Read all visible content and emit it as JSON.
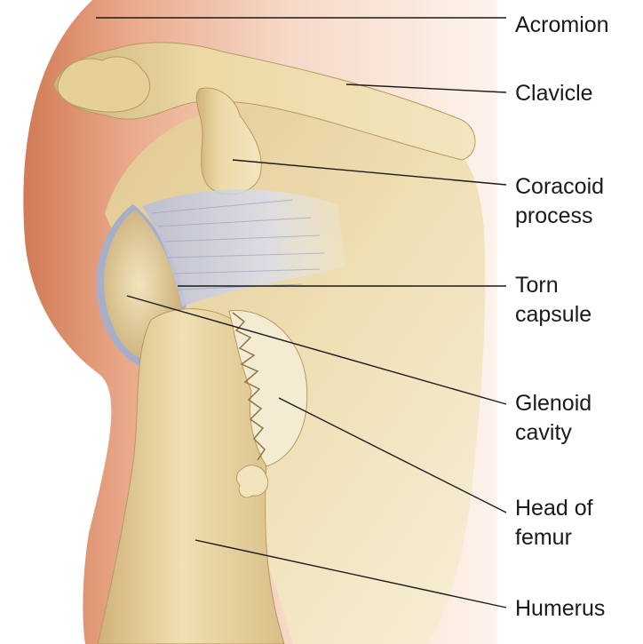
{
  "labels": {
    "acromion": "Acromion",
    "clavicle": "Clavicle",
    "coracoid_1": "Coracoid",
    "coracoid_2": "process",
    "torn_1": "Torn",
    "torn_2": "capsule",
    "glenoid_1": "Glenoid",
    "glenoid_2": "cavity",
    "head_1": "Head of",
    "head_2": "femur",
    "humerus": "Humerus"
  },
  "colors": {
    "skin": "#d98a66",
    "bone": "#ecd9a6",
    "bone_shadow": "#cdb27a",
    "capsule": "#c9cde0",
    "cartilage": "#f4ecd2"
  }
}
